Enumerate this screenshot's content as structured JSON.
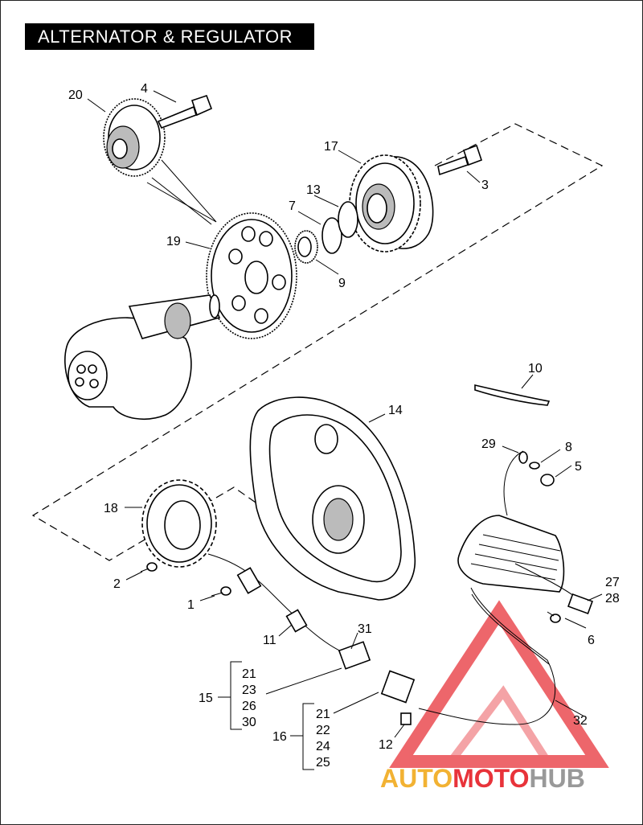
{
  "title": "ALTERNATOR & REGULATOR",
  "labels": {
    "l1": "1",
    "l2": "2",
    "l3": "3",
    "l4": "4",
    "l5": "5",
    "l6": "6",
    "l7": "7",
    "l8": "8",
    "l9": "9",
    "l10": "10",
    "l11": "11",
    "l12": "12",
    "l13": "13",
    "l14": "14",
    "l17": "17",
    "l18": "18",
    "l19": "19",
    "l20": "20",
    "l27": "27",
    "l28": "28",
    "l29": "29",
    "l31": "31",
    "l32": "32"
  },
  "group15": {
    "label": "15",
    "items": [
      "21",
      "23",
      "26",
      "30"
    ]
  },
  "group16": {
    "label": "16",
    "items": [
      "21",
      "22",
      "24",
      "25"
    ]
  },
  "watermark": {
    "part1": "AUTO",
    "part2": "MOTO",
    "part3": "HUB",
    "color1": "#F2B233",
    "color2": "#E8333A",
    "color3": "#999999"
  }
}
